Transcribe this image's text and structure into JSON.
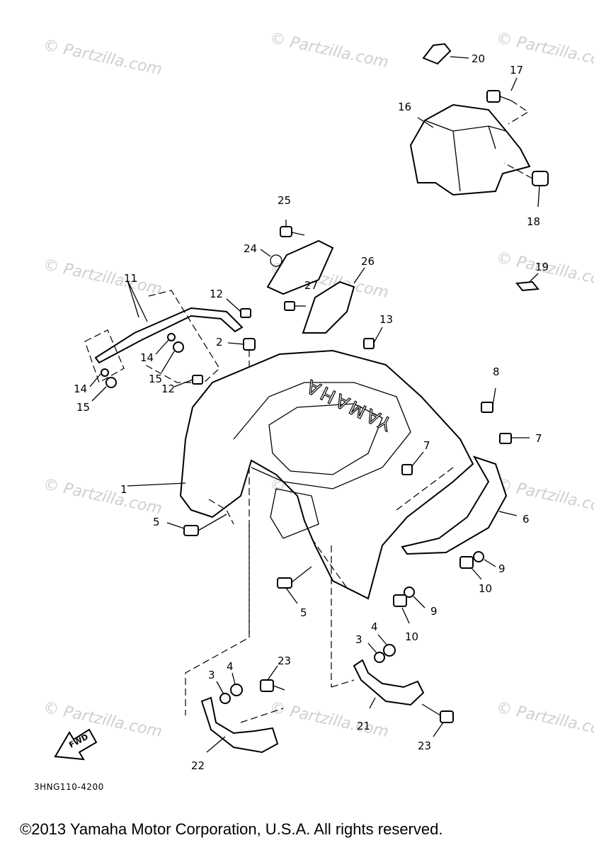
{
  "watermark_text": "© Partzilla.com",
  "reference_code": "3HNG110-4200",
  "fwd_label": "FWD",
  "brand_text": "YAMAHA",
  "copyright": "©2013  Yamaha Motor Corporation, U.S.A. All rights reserved.",
  "callouts": {
    "c1": "1",
    "c2": "2",
    "c3a": "3",
    "c3b": "3",
    "c4a": "4",
    "c4b": "4",
    "c5a": "5",
    "c5b": "5",
    "c6": "6",
    "c7a": "7",
    "c7b": "7",
    "c8": "8",
    "c9a": "9",
    "c9b": "9",
    "c10a": "10",
    "c10b": "10",
    "c11": "11",
    "c12a": "12",
    "c12b": "12",
    "c13": "13",
    "c14a": "14",
    "c14b": "14",
    "c15a": "15",
    "c15b": "15",
    "c16": "16",
    "c17": "17",
    "c18": "18",
    "c19": "19",
    "c20": "20",
    "c21": "21",
    "c22": "22",
    "c23a": "23",
    "c23b": "23",
    "c24": "24",
    "c25": "25",
    "c26": "26",
    "c27": "27"
  }
}
